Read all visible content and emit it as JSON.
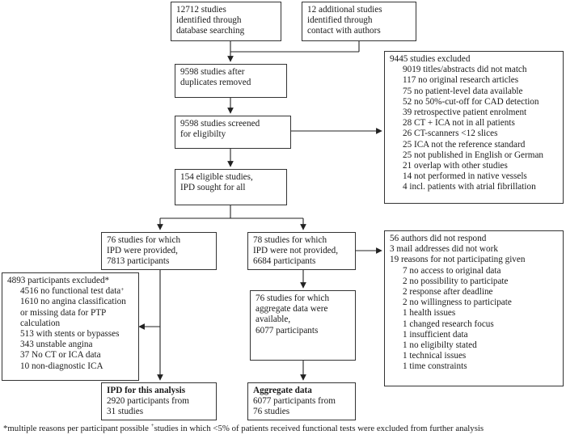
{
  "boxes": {
    "database": [
      "12712 studies",
      "identified through",
      "database searching"
    ],
    "additional": [
      "12 additional studies",
      "identified through",
      "contact with authors"
    ],
    "after_duplicates": [
      "9598 studies after",
      "duplicates removed"
    ],
    "screened": [
      "9598 studies screened",
      "for eligibilty"
    ],
    "excluded": {
      "title": "9445 studies excluded",
      "items": [
        "9019 titles/abstracts did not match",
        "117 no original research articles",
        "75 no patient-level data available",
        "52 no 50%-cut-off for CAD detection",
        "39 retrospective patient enrolment",
        "28 CT + ICA not in all patients",
        "26 CT-scanners <12 slices",
        "25 ICA not the reference standard",
        "25 not published in English or German",
        "21 overlap with other studies",
        "14 not performed in native vessels",
        "4 incl. patients with atrial fibrillation"
      ]
    },
    "eligible": [
      "154 eligible studies,",
      "IPD sought for all"
    ],
    "ipd_provided": [
      "76 studies for which",
      "IPD were provided,",
      "7813 participants"
    ],
    "ipd_not_provided": [
      "78 studies for which",
      "IPD were not provided,",
      "6684 participants"
    ],
    "no_participation": {
      "lines": [
        "56 authors did not respond",
        "3 mail addresses did not work",
        "19 reasons for not participating given"
      ],
      "items": [
        "7 no access to original data",
        "2 no possibility to participate",
        "2 response after deadline",
        "2 no willingness to participate",
        "1 health issues",
        "1 changed research focus",
        "1 insufficient data",
        "1 no eligibilty stated",
        "1 technical issues",
        "1 time constraints"
      ]
    },
    "participants_excluded": {
      "title": "4893 participants excluded*",
      "item1": "4516 no functional test data",
      "item1_sup": "+",
      "items": [
        "1610 no angina classification",
        "or missing data for PTP",
        "calculation",
        "513 with stents or bypasses",
        "343 unstable angina",
        "37 No CT or ICA data",
        "10 non-diagnostic ICA"
      ]
    },
    "aggregate_available": [
      "76 studies for which",
      "aggregate data were",
      "available,",
      "6077 participants"
    ],
    "ipd_analysis": {
      "title": "IPD for this analysis",
      "lines": [
        "2920 participants from",
        "31 studies"
      ]
    },
    "aggregate_data": {
      "title": "Aggregate data",
      "lines": [
        "6077 participants from",
        "76 studies"
      ]
    }
  },
  "footnote": {
    "part1": "*multiple reasons per participant possible ",
    "sup": "+",
    "part2": "studies in which <5% of patients received functional tests were excluded from further analysis"
  }
}
